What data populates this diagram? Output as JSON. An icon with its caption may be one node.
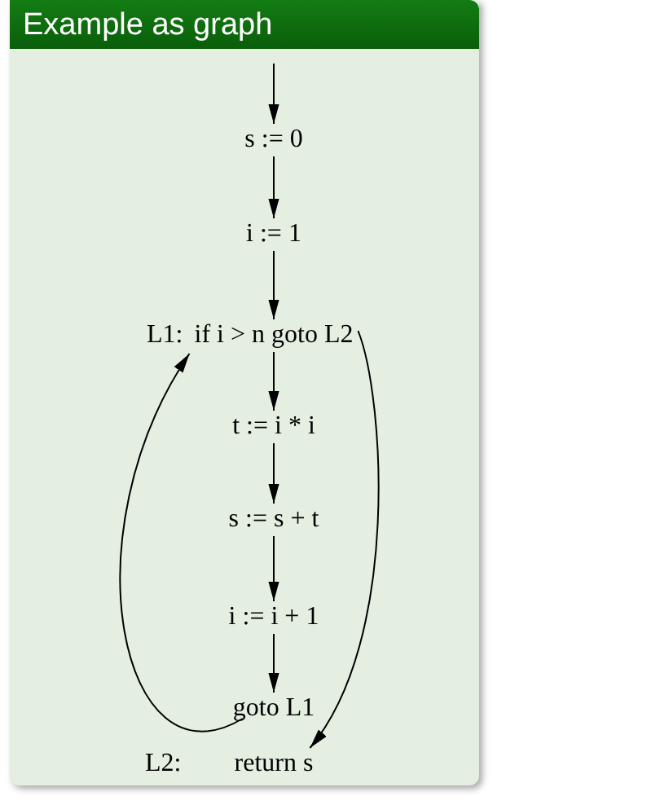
{
  "diagram": {
    "title": "Example as graph",
    "nodes": [
      {
        "text": [
          "s := 0"
        ]
      },
      {
        "text": [
          "i := 1"
        ]
      },
      {
        "text": [
          "if i > n goto L2"
        ],
        "beside": [
          "L1:"
        ]
      },
      {
        "text": [
          "t := i * i"
        ]
      },
      {
        "text": [
          "s := s + t"
        ]
      },
      {
        "text": [
          "i := i + 1"
        ]
      },
      {
        "text": [
          "goto L1"
        ]
      },
      {
        "text": [
          "return s"
        ],
        "beside": [
          "L2:"
        ]
      }
    ],
    "edges": [
      {
        "from": null,
        "to": 0,
        "arrow": "to"
      },
      {
        "from": 0,
        "to": 1,
        "arrow": "to"
      },
      {
        "from": 1,
        "to": 2,
        "arrow": "to"
      },
      {
        "from": 2,
        "to": 3,
        "arrow": "to"
      },
      {
        "from": 3,
        "to": 4,
        "arrow": "to"
      },
      {
        "from": 4,
        "to": 5,
        "arrow": "to"
      },
      {
        "from": 5,
        "to": 6,
        "arrow": "to"
      },
      {
        "from": 6,
        "to": 2,
        "arrow": "to"
      },
      {
        "from": 2,
        "to": 7,
        "arrow": "to"
      }
    ]
  }
}
